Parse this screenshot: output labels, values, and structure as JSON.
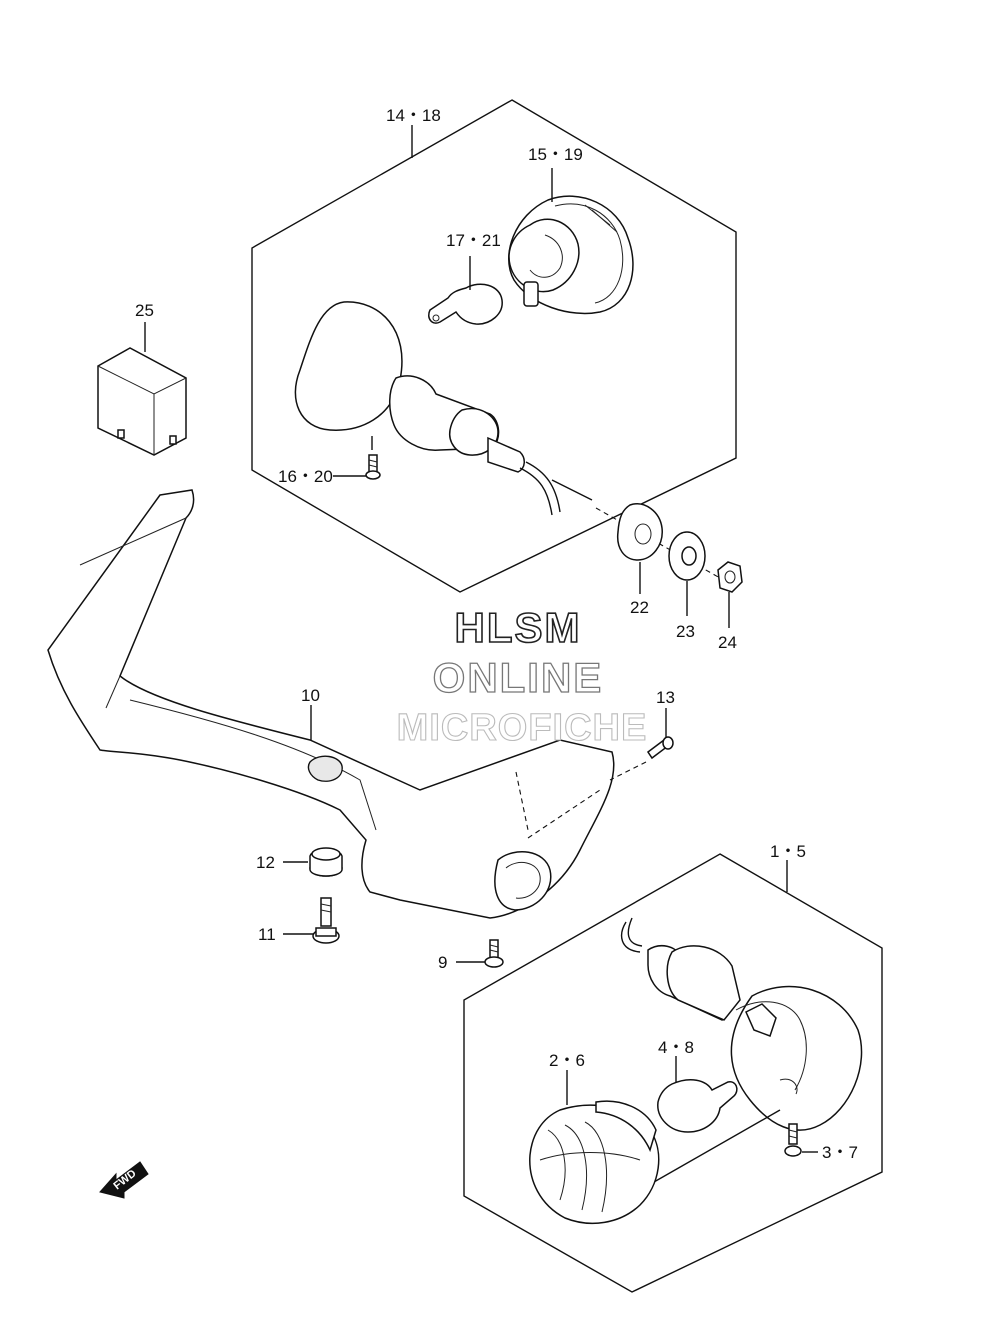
{
  "labels": {
    "rear_signal_assy": "14・18",
    "rear_lens": "15・19",
    "rear_bulb": "17・21",
    "relay": "25",
    "rear_screw": "16・20",
    "rubber_washer": "22",
    "washer": "23",
    "nut": "24",
    "bracket": "10",
    "bracket_screw": "13",
    "cushion": "12",
    "bolt": "11",
    "front_screw": "9",
    "front_signal_assy": "1・5",
    "front_lens": "2・6",
    "front_bulb": "4・8",
    "front_lens_screw": "3・7"
  },
  "watermark": {
    "line1": "HLSM",
    "line2": "ONLINE",
    "line3": "MICROFICHE"
  },
  "direction_arrow": "FWD"
}
